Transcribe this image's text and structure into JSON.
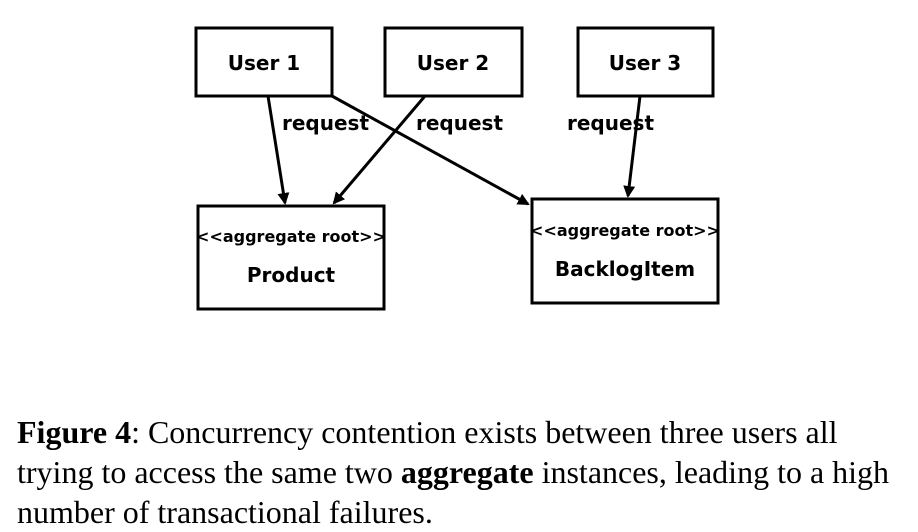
{
  "diagram": {
    "users": [
      {
        "id": "u1",
        "label": "User 1"
      },
      {
        "id": "u2",
        "label": "User 2"
      },
      {
        "id": "u3",
        "label": "User 3"
      }
    ],
    "aggregates": [
      {
        "id": "product",
        "stereotype": "<<aggregate root>>",
        "label": "Product"
      },
      {
        "id": "backlog",
        "stereotype": "<<aggregate root>>",
        "label": "BacklogItem"
      }
    ],
    "edges": [
      {
        "from": "User 1",
        "to": "Product",
        "label": "request"
      },
      {
        "from": "User 1",
        "to": "BacklogItem",
        "label": ""
      },
      {
        "from": "User 2",
        "to": "Product",
        "label": "request"
      },
      {
        "from": "User 3",
        "to": "BacklogItem",
        "label": "request"
      }
    ]
  },
  "caption": {
    "figure_label": "Figure 4",
    "text_before": ": Concurrency contention exists between three users all trying to access the same two ",
    "emphasis": "aggregate",
    "text_after": " instances, leading to a high number of transactional failures."
  }
}
